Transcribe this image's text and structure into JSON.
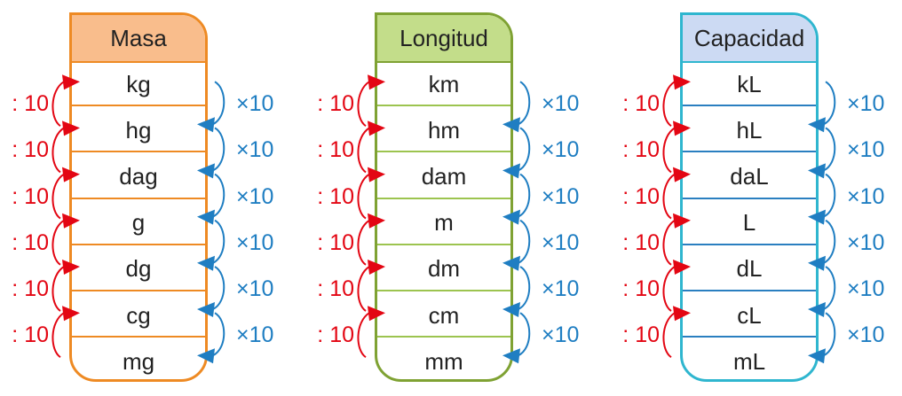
{
  "colors": {
    "div_arrow": "#e30613",
    "mul_arrow": "#1f7ec2"
  },
  "operators": {
    "divide": ": 10",
    "multiply": "×10"
  },
  "columns": [
    {
      "id": "masa",
      "title": "Masa",
      "border_color": "#ee8a23",
      "header_fill": "#f9bd8c",
      "line_color": "#ee8a23",
      "units": [
        "kg",
        "hg",
        "dag",
        "g",
        "dg",
        "cg",
        "mg"
      ]
    },
    {
      "id": "longitud",
      "title": "Longitud",
      "border_color": "#7fa233",
      "header_fill": "#c3dd8a",
      "line_color": "#9cc44f",
      "units": [
        "km",
        "hm",
        "dam",
        "m",
        "dm",
        "cm",
        "mm"
      ]
    },
    {
      "id": "capacidad",
      "title": "Capacidad",
      "border_color": "#2fb6cf",
      "header_fill": "#ccdaf3",
      "line_color": "#2a7fc0",
      "units": [
        "kL",
        "hL",
        "daL",
        "L",
        "dL",
        "cL",
        "mL"
      ]
    }
  ]
}
